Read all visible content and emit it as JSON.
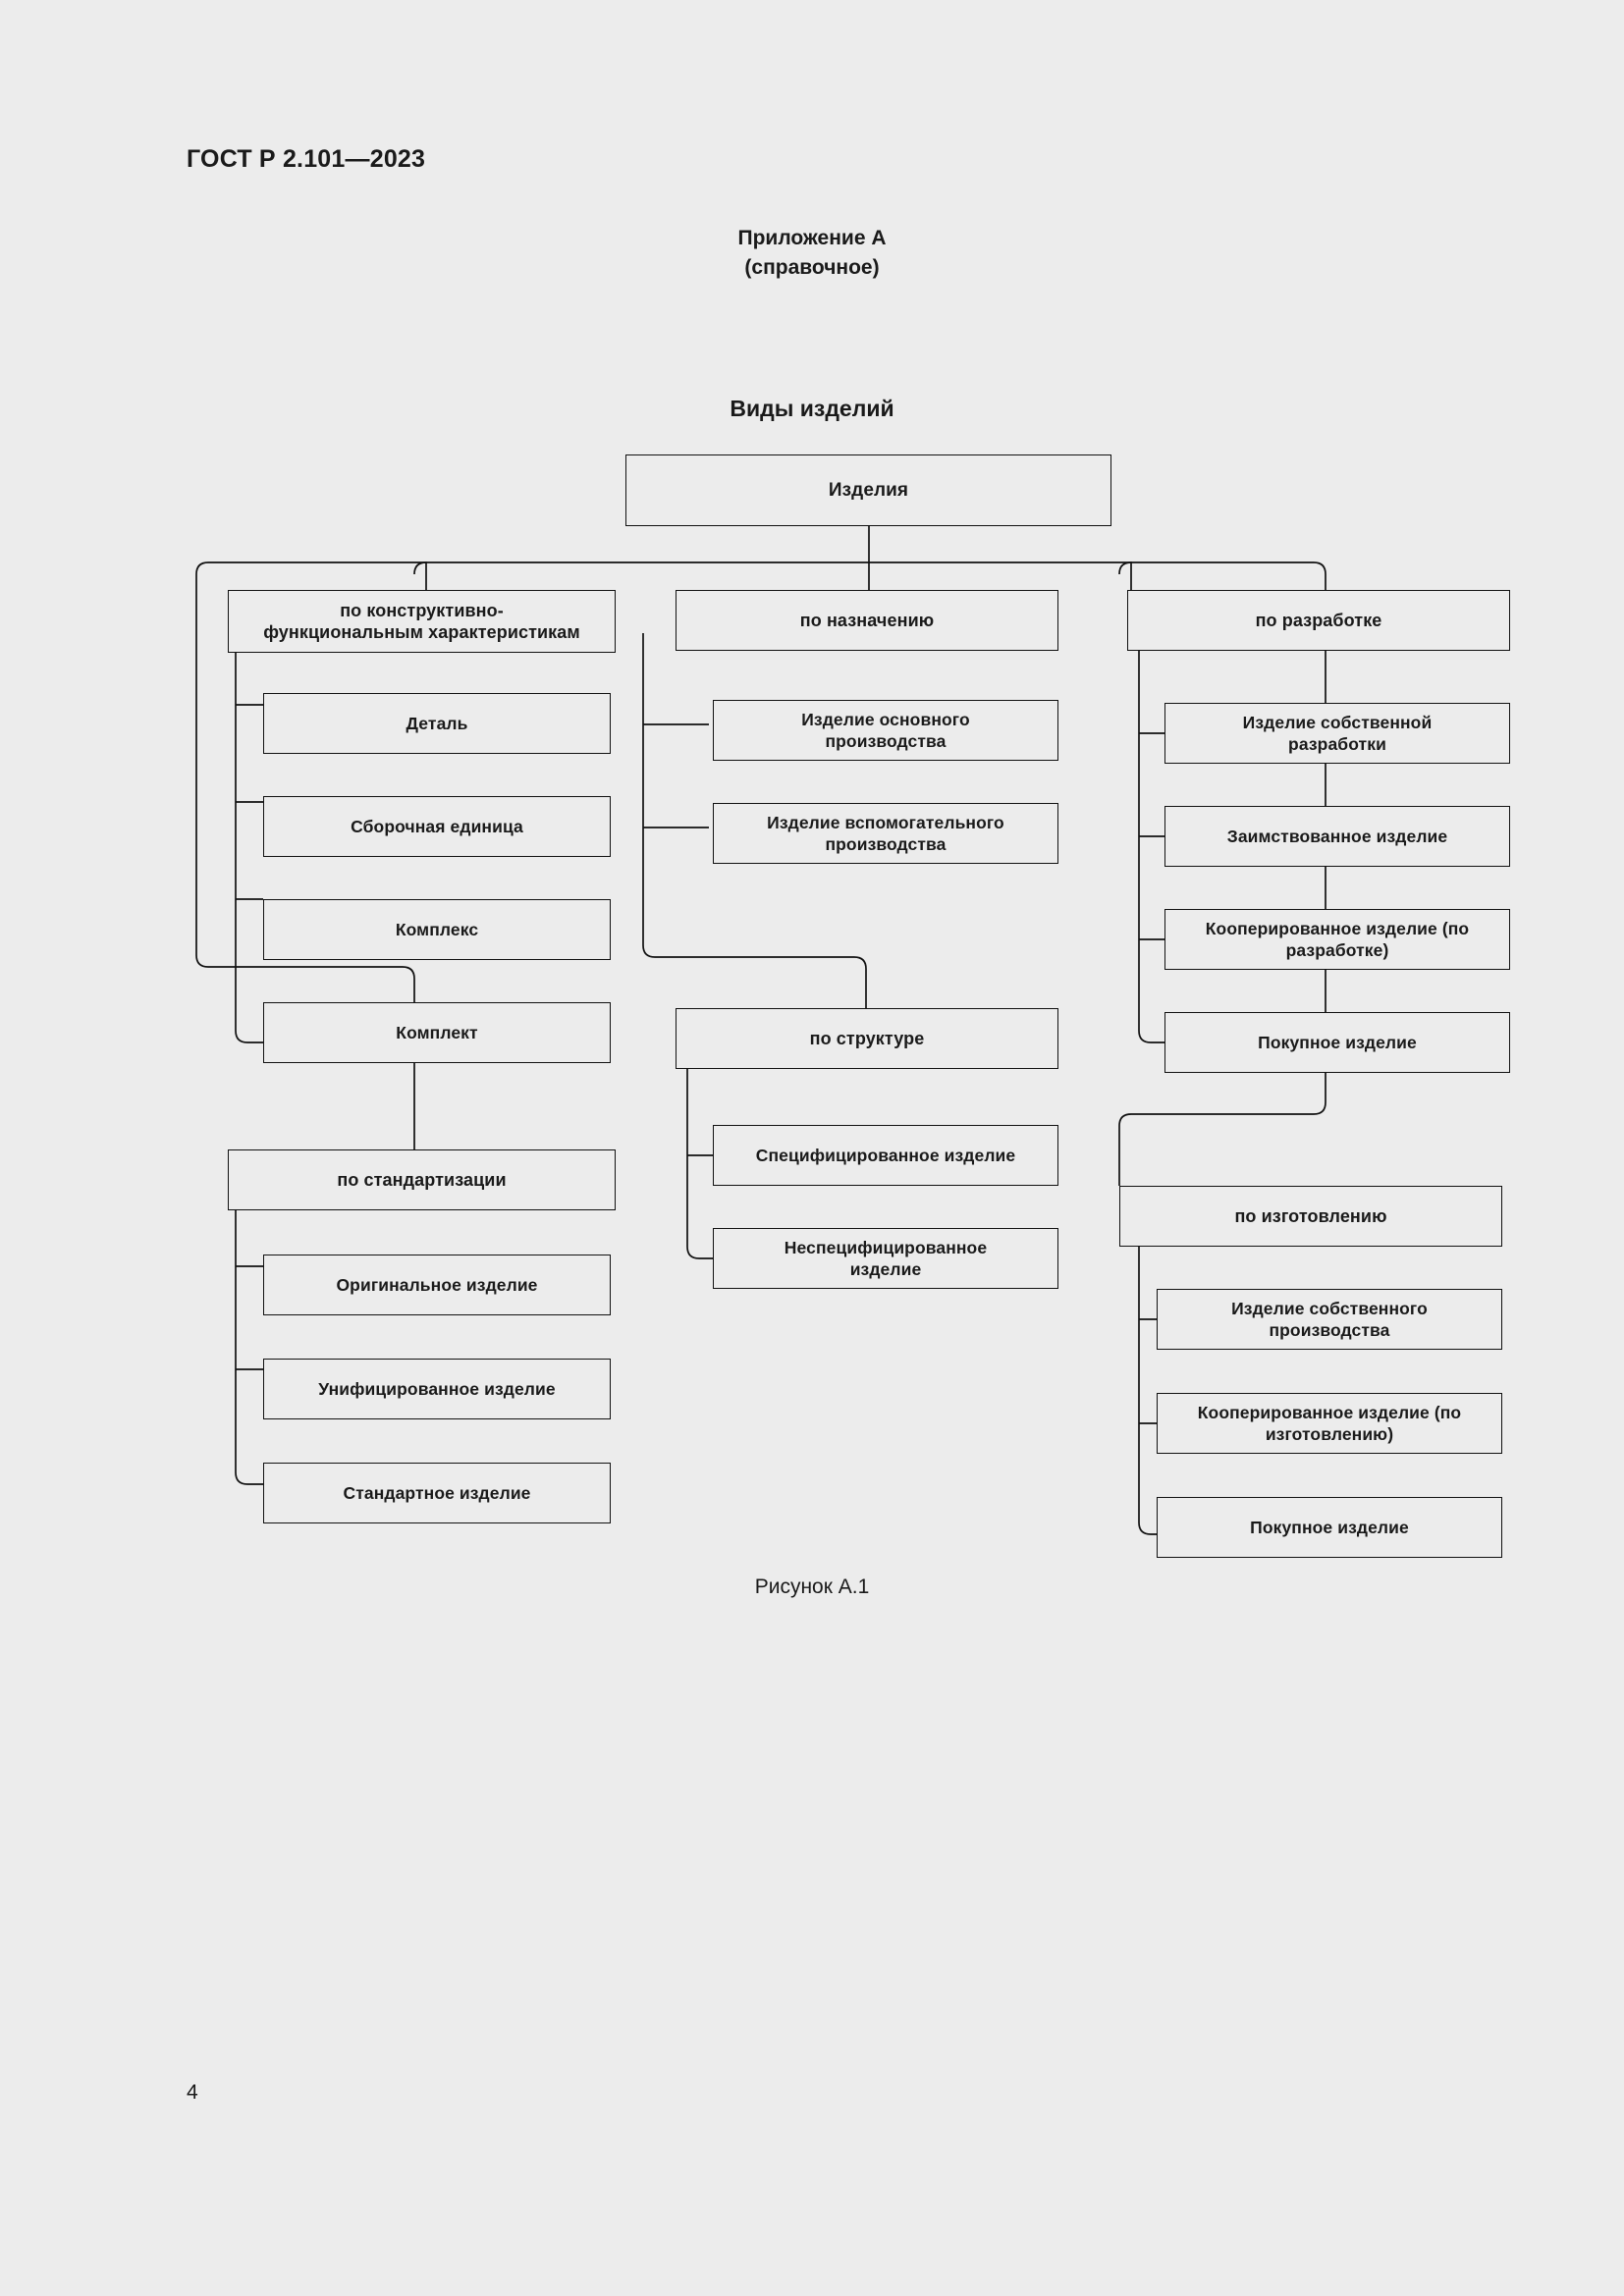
{
  "document": {
    "standard_header": "ГОСТ Р 2.101—2023",
    "page_number": "4",
    "appendix_title": "Приложение А",
    "appendix_subtitle": "(справочное)",
    "figure_title": "Виды изделий",
    "figure_caption": "Рисунок А.1"
  },
  "colors": {
    "page_background": "#ececec",
    "box_border": "#111111",
    "box_fill": "#ececec",
    "text": "#1a1a1a",
    "connector": "#111111"
  },
  "chart_data": {
    "type": "diagram",
    "diagram_kind": "tree",
    "title": "Виды изделий",
    "root": "Изделия",
    "branches": [
      {
        "id": "po-konstruktivno",
        "label": "по конструктивно-функциональным характеристикам",
        "label_lines": [
          "по конструктивно-",
          "функциональным характеристикам"
        ],
        "children": [
          "Деталь",
          "Сборочная единица",
          "Комплекс",
          "Комплект"
        ]
      },
      {
        "id": "po-naznacheniyu",
        "label": "по назначению",
        "label_lines": [
          "по назначению"
        ],
        "children": [
          "Изделие основного производства",
          "Изделие вспомогательного производства"
        ]
      },
      {
        "id": "po-razrabotke",
        "label": "по разработке",
        "label_lines": [
          "по разработке"
        ],
        "children": [
          "Изделие собственной разработки",
          "Заимствованное изделие",
          "Кооперированное изделие (по разработке)",
          "Покупное изделие"
        ]
      },
      {
        "id": "po-standartizacii",
        "label": "по стандартизации",
        "label_lines": [
          "по стандартизации"
        ],
        "children": [
          "Оригинальное изделие",
          "Унифицированное изделие",
          "Стандартное изделие"
        ]
      },
      {
        "id": "po-strukture",
        "label": "по структуре",
        "label_lines": [
          "по структуре"
        ],
        "children": [
          "Специфицированное изделие",
          "Неспецифицированное изделие"
        ]
      },
      {
        "id": "po-izgotovleniyu",
        "label": "по изготовлению",
        "label_lines": [
          "по изготовлению"
        ],
        "children": [
          "Изделие собственного производства",
          "Кооперированное изделие (по изготовлению)",
          "Покупное  изделие"
        ]
      }
    ]
  },
  "nodes": {
    "root": "Изделия",
    "g1": {
      "line1": "по конструктивно-",
      "line2": "функциональным характеристикам"
    },
    "g1c1": "Деталь",
    "g1c2": "Сборочная единица",
    "g1c3": "Комплекс",
    "g1c4": "Комплект",
    "g2": "по назначению",
    "g2c1": {
      "line1": "Изделие основного",
      "line2": "производства"
    },
    "g2c2": {
      "line1": "Изделие вспомогательного",
      "line2": "производства"
    },
    "g3": "по разработке",
    "g3c1": {
      "line1": "Изделие собственной",
      "line2": "разработки"
    },
    "g3c2": "Заимствованное изделие",
    "g3c3": {
      "line1": "Кооперированное изделие (по",
      "line2": "разработке)"
    },
    "g3c4": "Покупное изделие",
    "g4": "по стандартизации",
    "g4c1": "Оригинальное изделие",
    "g4c2": "Унифицированное изделие",
    "g4c3": "Стандартное изделие",
    "g5": "по структуре",
    "g5c1": "Специфицированное изделие",
    "g5c2": {
      "line1": "Неспецифицированное",
      "line2": "изделие"
    },
    "g6": "по изготовлению",
    "g6c1": {
      "line1": "Изделие собственного",
      "line2": "производства"
    },
    "g6c2": {
      "line1": "Кооперированное изделие (по",
      "line2": "изготовлению)"
    },
    "g6c3": "Покупное  изделие"
  }
}
